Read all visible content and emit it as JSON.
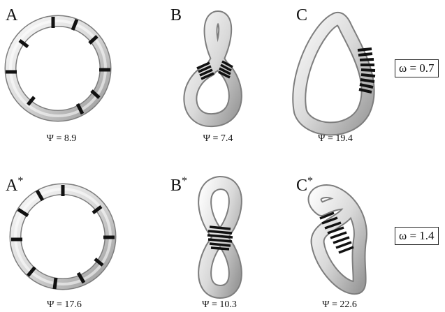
{
  "panels": [
    {
      "id": "A",
      "label": "A",
      "star": "",
      "psi": "Ψ = 8.9"
    },
    {
      "id": "B",
      "label": "B",
      "star": "",
      "psi": "Ψ = 7.4"
    },
    {
      "id": "C",
      "label": "C",
      "star": "",
      "psi": "Ψ = 19.4"
    },
    {
      "id": "A*",
      "label": "A",
      "star": "*",
      "psi": "Ψ = 17.6"
    },
    {
      "id": "B*",
      "label": "B",
      "star": "*",
      "psi": "Ψ = 10.3"
    },
    {
      "id": "C*",
      "label": "C",
      "star": "*",
      "psi": "Ψ = 22.6"
    }
  ],
  "omega": {
    "row1": "ω = 0.7",
    "row2": "ω = 1.4"
  },
  "colors": {
    "tube_light": "#f2f2f2",
    "tube_mid": "#c8c8c8",
    "tube_dark": "#8a8a8a",
    "band": "#111111"
  }
}
